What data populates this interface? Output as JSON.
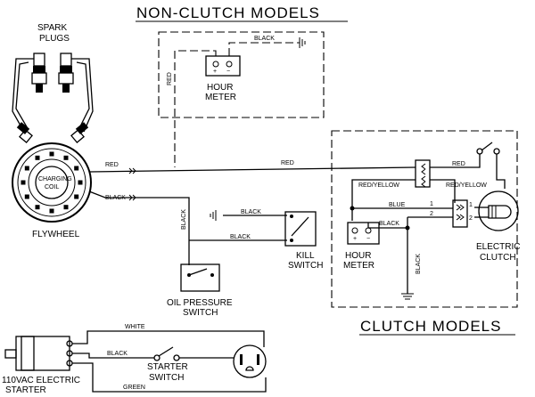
{
  "headings": {
    "non_clutch": "NON-CLUTCH MODELS",
    "clutch": "CLUTCH MODELS"
  },
  "components": {
    "spark_plugs": [
      "SPARK",
      "PLUGS"
    ],
    "charging_coil": [
      "CHARGING",
      "COIL"
    ],
    "flywheel": "FLYWHEEL",
    "hour_meter_top": [
      "HOUR",
      "METER"
    ],
    "hour_meter_clutch": [
      "HOUR",
      "METER"
    ],
    "kill_switch": [
      "KILL",
      "SWITCH"
    ],
    "oil_pressure_switch": [
      "OIL PRESSURE",
      "SWITCH"
    ],
    "electric_clutch": [
      "ELECTRIC",
      "CLUTCH"
    ],
    "electric_starter": [
      "110VAC ELECTRIC",
      "STARTER"
    ],
    "starter_switch": [
      "STARTER",
      "SWITCH"
    ]
  },
  "wires": {
    "black_top": "BLACK",
    "red_top": "RED",
    "red_main_left": "RED",
    "red_main_right": "RED",
    "red_clutch": "RED",
    "black_flywheel": "BLACK",
    "black_vertical": "BLACK",
    "black_kill_upper": "BLACK",
    "black_kill_lower": "BLACK",
    "red_yellow_left": "RED/YELLOW",
    "red_yellow_right": "RED/YELLOW",
    "blue": "BLUE",
    "black_clutch_meter": "BLACK",
    "black_clutch_ground": "BLACK",
    "white_starter": "WHITE",
    "black_starter": "BLACK",
    "green_starter": "GREEN"
  },
  "terminals": {
    "pin1": "1",
    "pin2": "2",
    "clutch_pin1": "1",
    "clutch_pin2": "2",
    "plus": "+",
    "minus": "−"
  }
}
